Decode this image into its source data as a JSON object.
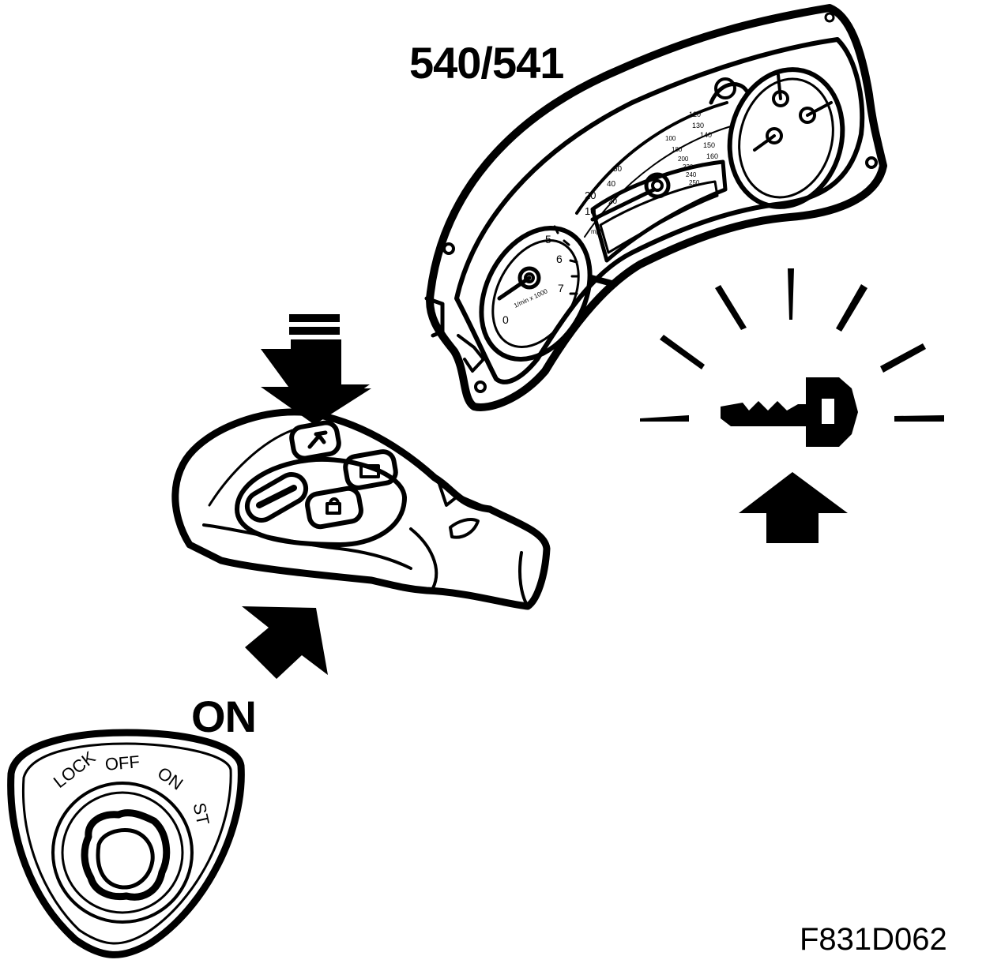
{
  "labels": {
    "cluster_model": "540/541",
    "ignition_state": "ON",
    "figure_code": "F831D062"
  },
  "ignition_positions": [
    "LOCK",
    "OFF",
    "ON",
    "ST"
  ],
  "tachometer": {
    "ticks": [
      "0",
      "5",
      "6",
      "7"
    ],
    "unit": "1/min x 1000"
  },
  "speedometer": {
    "inner_ticks": [
      "10",
      "20",
      "40",
      "50",
      "20"
    ],
    "outer_ticks": [
      "100",
      "120",
      "130",
      "140",
      "150",
      "160",
      "180",
      "200",
      "220",
      "240",
      "250"
    ],
    "unit": "mph"
  },
  "icons": {
    "cluster": "instrument-cluster-icon",
    "key_fob": "key-fob-icon",
    "key_symbol": "key-warning-icon",
    "ignition": "ignition-switch-icon"
  },
  "colors": {
    "ink": "#000000",
    "paper": "#ffffff"
  }
}
